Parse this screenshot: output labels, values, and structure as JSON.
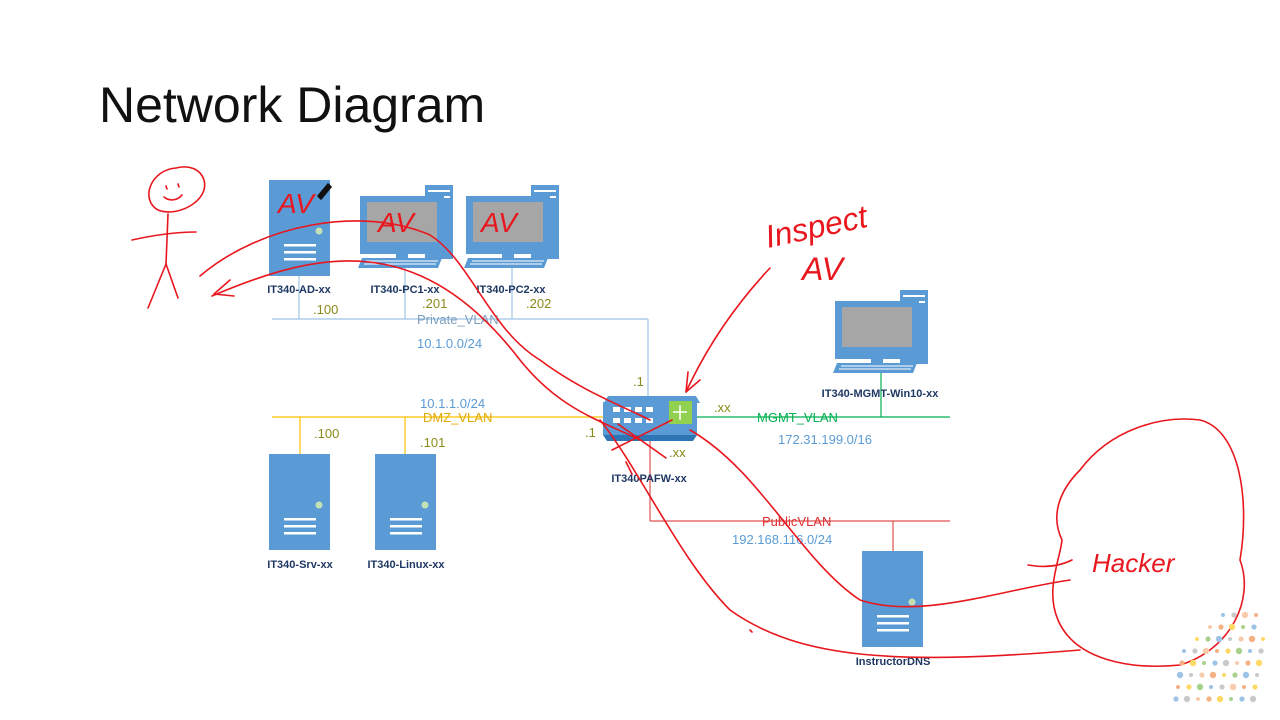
{
  "slide": {
    "title": "Network Diagram"
  },
  "devices": {
    "ad": {
      "label": "IT340-AD-xx",
      "ip": ".100"
    },
    "pc1": {
      "label": "IT340-PC1-xx",
      "ip": ".201"
    },
    "pc2": {
      "label": "IT340-PC2-xx",
      "ip": ".202"
    },
    "mgmt_pc": {
      "label": "IT340-MGMT-Win10-xx"
    },
    "srv": {
      "label": "IT340-Srv-xx",
      "ip": ".100"
    },
    "linux": {
      "label": "IT340-Linux-xx",
      "ip": ".101"
    },
    "firewall": {
      "label": "IT340PAFW-xx",
      "ip_private": ".1",
      "ip_dmz": ".1",
      "ip_mgmt": ".xx",
      "ip_public": ".xx"
    },
    "dns": {
      "label": "InstructorDNS"
    }
  },
  "networks": {
    "private": {
      "name": "Private_VLAN",
      "subnet": "10.1.0.0/24"
    },
    "dmz": {
      "name": "DMZ_VLAN",
      "subnet": "10.1.1.0/24"
    },
    "mgmt": {
      "name": "MGMT_VLAN",
      "subnet": "172.31.199.0/16"
    },
    "public": {
      "name": "PublicVLAN",
      "subnet": "192.168.116.0/24"
    }
  },
  "annotations": {
    "av": "AV",
    "inspect": "Inspect",
    "inspect_av": "AV",
    "hacker": "Hacker"
  },
  "colors": {
    "private_line": "#9dc3e6",
    "dmz_line": "#ffc000",
    "mgmt_line": "#00b050",
    "public_line": "#e03030",
    "device_blue": "#5b9bd5",
    "ip_olive": "#8a8a1a",
    "subnet_blue": "#5b9bd5",
    "ink_red": "#e8171e"
  }
}
